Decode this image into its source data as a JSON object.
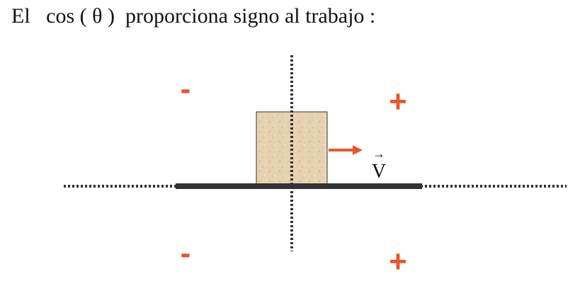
{
  "title": "El   cos ( θ )  proporciona signo al trabajo :",
  "velocity_label": "V",
  "velocity_arrow_marker": "→",
  "quadrants": {
    "top_left": "-",
    "top_right": "+",
    "bottom_left": "-",
    "bottom_right": "+"
  },
  "colors": {
    "accent": "#e8562a",
    "line": "#333333",
    "block": "#e6d2b0",
    "text": "#111111"
  },
  "icons": {
    "block": "textured-block",
    "velocity": "arrow-right-icon"
  }
}
